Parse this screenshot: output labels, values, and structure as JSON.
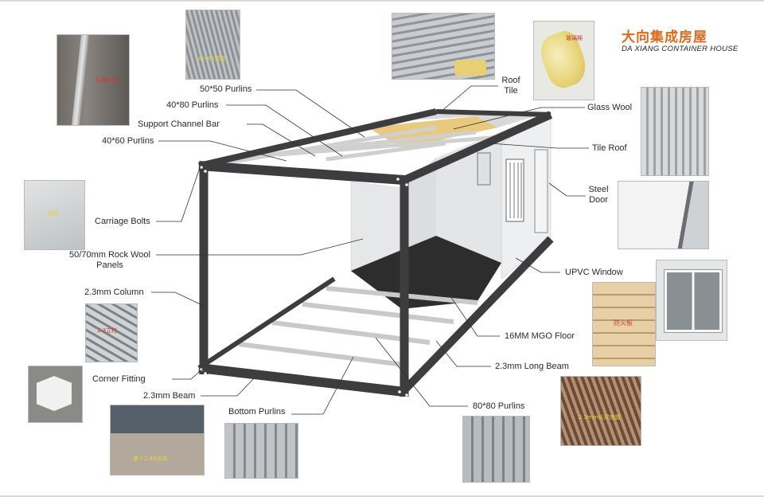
{
  "brand": {
    "name_cn": "大向集成房屋",
    "name_en": "DA XIANG CONTAINER HOUSE",
    "color": "#e0681a"
  },
  "labels": {
    "purlins_50": "50*50 Purlins",
    "purlins_40_80": "40*80 Purlins",
    "support_channel_bar": "Support Channel Bar",
    "purlins_40_60": "40*60 Purlins",
    "carriage_bolts": "Carriage Bolts",
    "rock_wool_1": "50/70mm Rock Wool",
    "rock_wool_2": "Panels",
    "column": "2.3mm Column",
    "corner_fitting": "Corner Fitting",
    "beam": "2.3mm Beam",
    "bottom_purlins": "Bottom Purlins",
    "purlins_80": "80*80 Purlins",
    "long_beam": "2.3mm Long Beam",
    "mgo_floor": "16MM MGO Floor",
    "upvc_window": "UPVC Window",
    "steel_door_1": "Steel",
    "steel_door_2": "Door",
    "tile_roof": "Tile Roof",
    "glass_wool": "Glass Wool",
    "roof_tile_1": "Roof",
    "roof_tile_2": "Tile"
  },
  "photo_tags": {
    "channel": "压槽料槽",
    "purlin_stack": "40*80顶檩",
    "glass_wool": "玻璃棉",
    "panel": "岩棉",
    "column": "2.3立柱",
    "beam": "第十2.68米梁",
    "mgo": "防火板",
    "long_beam": "2.3mm长梁底檩"
  },
  "colors": {
    "frame": "#3d3d40",
    "purlin": "#d8d8d8",
    "panel": "#e9eaec",
    "floor": "#2b2b2b",
    "roof_insulation": "#e8c77a",
    "leader": "#333333"
  }
}
